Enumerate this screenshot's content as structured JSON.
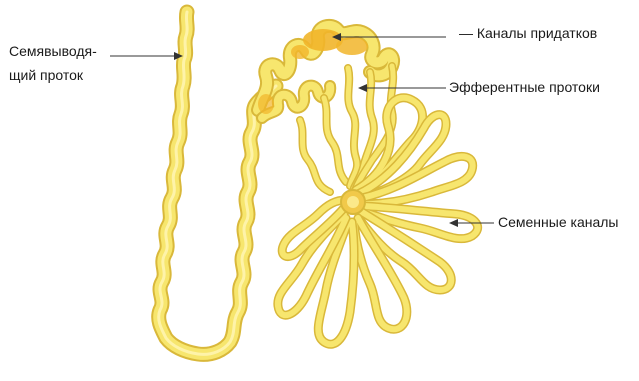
{
  "labels": {
    "vas_deferens_line1": "Семявыводя-",
    "vas_deferens_line2": "щий проток",
    "epididymis_canals": "—   Каналы придатков",
    "efferent_ducts": "Эфферентные протоки",
    "seminiferous_tubules": "Семенные каналы"
  },
  "colors": {
    "tube_fill": "#f7e66e",
    "tube_edge": "#d9b83a",
    "tube_highlight": "#fff6b8",
    "dense_orange": "#f1b52a",
    "leader_line": "#333333"
  }
}
